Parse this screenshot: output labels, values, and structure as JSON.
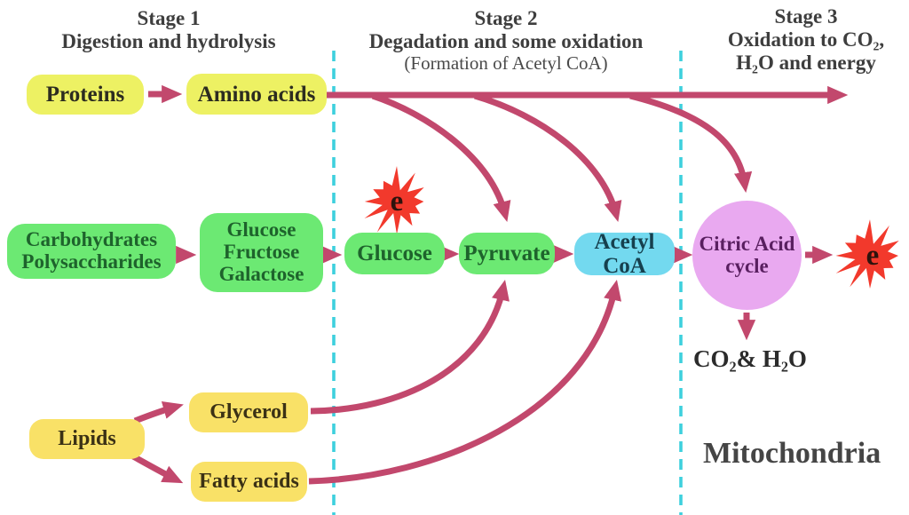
{
  "stage1": {
    "title": "Stage 1",
    "line2": "Digestion and hydrolysis"
  },
  "stage2": {
    "title": "Stage 2",
    "line2": "Degadation and some oxidation",
    "line3": "(Formation of Acetyl CoA)"
  },
  "stage3": {
    "title": "Stage 3",
    "line2": "Oxidation to CO₂,",
    "line3": "H₂O and energy"
  },
  "nodes": {
    "proteins": "Proteins",
    "amino_acids": "Amino acids",
    "carbohydrates": {
      "line1": "Carbohydrates",
      "line2": "Polysaccharides"
    },
    "sugars": {
      "line1": "Glucose",
      "line2": "Fructose",
      "line3": "Galactose"
    },
    "glucose": "Glucose",
    "pyruvate": "Pyruvate",
    "acetyl_coa": "Acetyl CoA",
    "citric": {
      "line1": "Citric Acid",
      "line2": "cycle"
    },
    "lipids": "Lipids",
    "glycerol": "Glycerol",
    "fatty_acids": "Fatty acids"
  },
  "labels": {
    "co2_h2o": "CO₂& H₂O",
    "mitochondria": "Mitochondria",
    "electron": "e"
  },
  "colors": {
    "arrow": "#c2486d",
    "stage_divider": "#3ed0dd",
    "protein_box": "#edf163",
    "carb_box": "#6ce973",
    "acetyl_box": "#73d9ef",
    "citric_circle": "#e9a9f0",
    "lipid_box": "#f9e167",
    "electron_burst": "#f2392c",
    "header_text": "#3e3e3e"
  }
}
